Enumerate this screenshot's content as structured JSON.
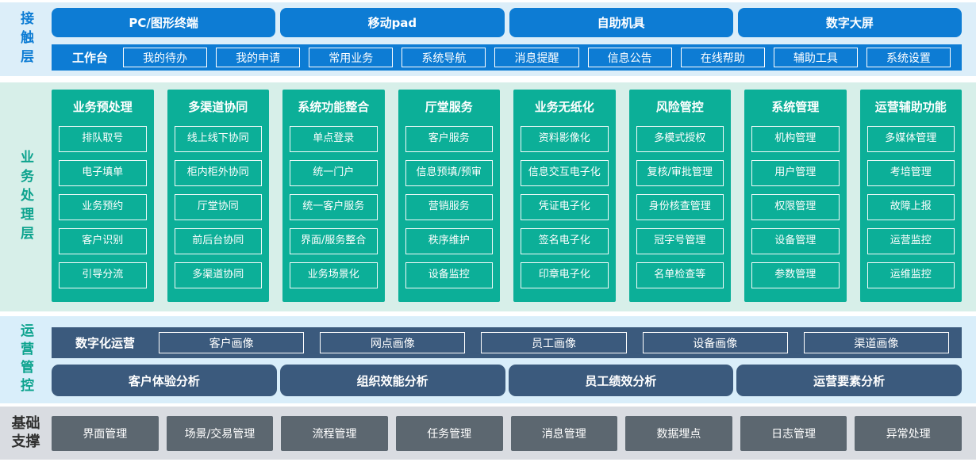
{
  "palette": {
    "blue": "#0d7cd4",
    "light_blue_band": "#dceef9",
    "teal": "#0caf98",
    "light_green_band": "#d7efe9",
    "slate_blue": "#3b5a7d",
    "light_blue_band2": "#d9eefa",
    "gray": "#5c6770",
    "light_gray_band": "#d9dce1"
  },
  "layers": {
    "contact": {
      "label": "接触层",
      "terminals": [
        "PC/图形终端",
        "移动pad",
        "自助机具",
        "数字大屏"
      ],
      "workbench": {
        "label": "工作台",
        "items": [
          "我的待办",
          "我的申请",
          "常用业务",
          "系统导航",
          "消息提醒",
          "信息公告",
          "在线帮助",
          "辅助工具",
          "系统设置"
        ]
      }
    },
    "business": {
      "label": "业务处理层",
      "columns": [
        {
          "title": "业务预处理",
          "items": [
            "排队取号",
            "电子填单",
            "业务预约",
            "客户识别",
            "引导分流"
          ]
        },
        {
          "title": "多渠道协同",
          "items": [
            "线上线下协同",
            "柜内柜外协同",
            "厅堂协同",
            "前后台协同",
            "多渠道协同"
          ]
        },
        {
          "title": "系统功能整合",
          "items": [
            "单点登录",
            "统一门户",
            "统一客户服务",
            "界面/服务整合",
            "业务场景化"
          ]
        },
        {
          "title": "厅堂服务",
          "items": [
            "客户服务",
            "信息预填/预审",
            "营销服务",
            "秩序维护",
            "设备监控"
          ]
        },
        {
          "title": "业务无纸化",
          "items": [
            "资料影像化",
            "信息交互电子化",
            "凭证电子化",
            "签名电子化",
            "印章电子化"
          ]
        },
        {
          "title": "风险管控",
          "items": [
            "多模式授权",
            "复核/审批管理",
            "身份核查管理",
            "冠字号管理",
            "名单检查等"
          ]
        },
        {
          "title": "系统管理",
          "items": [
            "机构管理",
            "用户管理",
            "权限管理",
            "设备管理",
            "参数管理"
          ]
        },
        {
          "title": "运营辅助功能",
          "items": [
            "多媒体管理",
            "考培管理",
            "故障上报",
            "运营监控",
            "运维监控"
          ]
        }
      ]
    },
    "operations": {
      "label": "运营管控",
      "digital_bar": {
        "label": "数字化运营",
        "items": [
          "客户画像",
          "网点画像",
          "员工画像",
          "设备画像",
          "渠道画像"
        ]
      },
      "analysis": [
        "客户体验分析",
        "组织效能分析",
        "员工绩效分析",
        "运营要素分析"
      ]
    },
    "foundation": {
      "label": "基础支撑",
      "items": [
        "界面管理",
        "场景/交易管理",
        "流程管理",
        "任务管理",
        "消息管理",
        "数据埋点",
        "日志管理",
        "异常处理"
      ]
    }
  }
}
